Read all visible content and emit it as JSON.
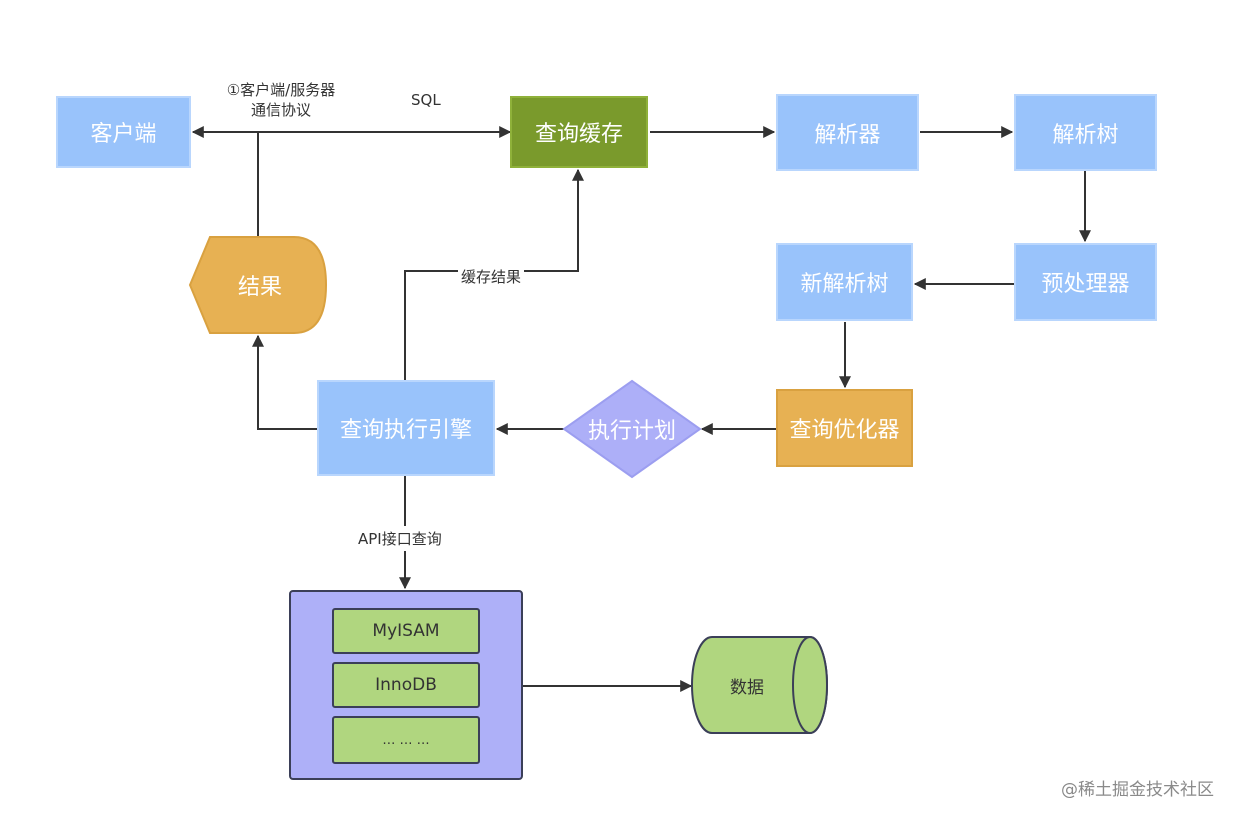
{
  "nodes": {
    "client": "客户端",
    "query_cache": "查询缓存",
    "parser": "解析器",
    "parse_tree": "解析树",
    "preprocessor": "预处理器",
    "new_parse_tree": "新解析树",
    "optimizer": "查询优化器",
    "execution_plan": "执行计划",
    "execution_engine": "查询执行引擎",
    "result": "结果",
    "data": "数据"
  },
  "engines": [
    "MyISAM",
    "InnoDB",
    "…  …  …"
  ],
  "edge_labels": {
    "protocol": "①客户端/服务器\n通信协议",
    "sql": "SQL",
    "cache_result": "缓存结果",
    "api_query": "API接口查询"
  },
  "watermark": "@稀土掘金技术社区",
  "colors": {
    "blue_node": "#99c3fb",
    "green_node": "#7a9a2c",
    "orange_node": "#e7b153",
    "plan_diamond": "#adaff8",
    "engine_container": "#aeb0f8",
    "engine_item": "#b0d67f",
    "data_cylinder": "#b0d67f",
    "arrow": "#333333"
  }
}
